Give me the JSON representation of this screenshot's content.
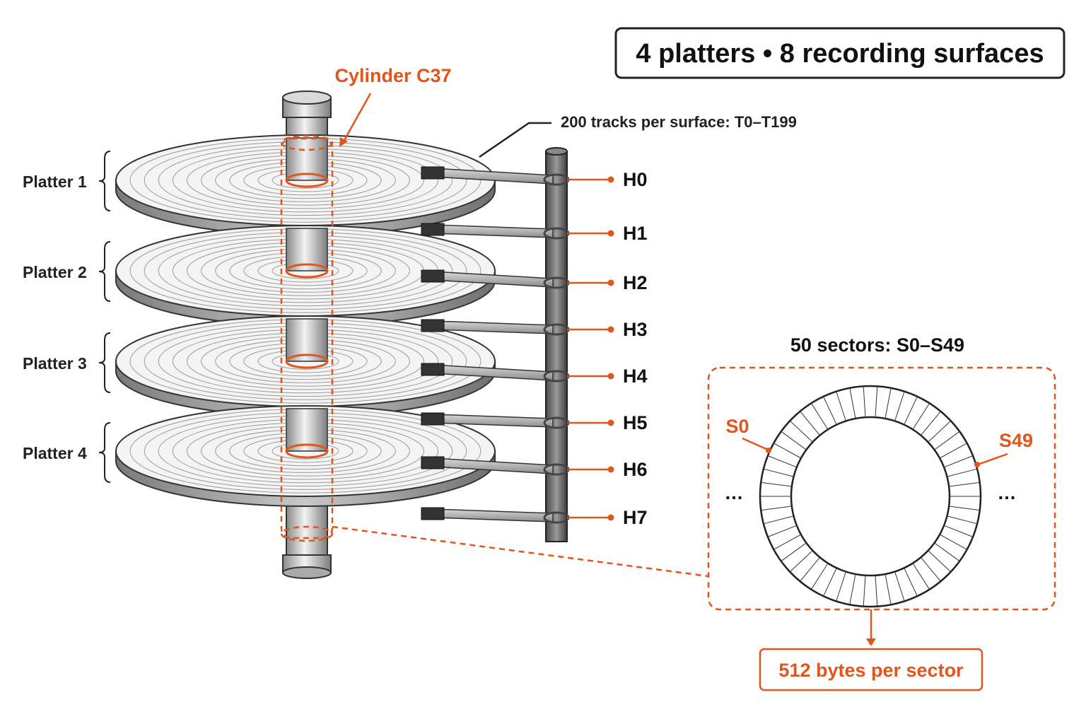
{
  "summary_box": {
    "text": "4 platters • 8 recording surfaces"
  },
  "cylinder": {
    "label": "Cylinder C37"
  },
  "tracks": {
    "label": "200 tracks per surface: T0–T199"
  },
  "platters": [
    {
      "label": "Platter 1"
    },
    {
      "label": "Platter 2"
    },
    {
      "label": "Platter 3"
    },
    {
      "label": "Platter 4"
    }
  ],
  "heads": [
    {
      "label": "H0"
    },
    {
      "label": "H1"
    },
    {
      "label": "H2"
    },
    {
      "label": "H3"
    },
    {
      "label": "H4"
    },
    {
      "label": "H5"
    },
    {
      "label": "H6"
    },
    {
      "label": "H7"
    }
  ],
  "sector_ring": {
    "title": "50 sectors: S0–S49",
    "sector_count": 50,
    "first_label": "S0",
    "last_label": "S49",
    "left_ellipsis": "…",
    "right_ellipsis": "…"
  },
  "sector_size": {
    "label": "512 bytes per sector"
  },
  "colors": {
    "accent": "#e0561c",
    "outline": "#222222",
    "metal": "#9a9a9a"
  }
}
